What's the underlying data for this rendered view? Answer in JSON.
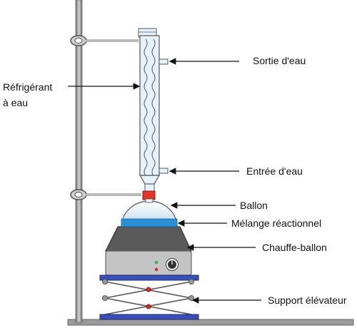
{
  "labels": {
    "refrigerant_line1": "Réfrigérant",
    "refrigerant_line2": "à eau",
    "sortie": "Sortie d'eau",
    "entree": "Entrée d'eau",
    "ballon": "Ballon",
    "melange": "Mélange réactionnel",
    "chauffe": "Chauffe-ballon",
    "support": "Support élévateur"
  },
  "colors": {
    "glass": "#e6f2fa",
    "glass_edge": "#555555",
    "liquid": "#2b8fd6",
    "neck_joint": "#e0352b",
    "mantle_top": "#5a5a5a",
    "mantle_body": "#bfbfbf",
    "base_plate": "#3a4fb5",
    "stand_rod": "#8a8a8a"
  },
  "icons": [
    "knob-icon",
    "indicator-light-icon"
  ]
}
